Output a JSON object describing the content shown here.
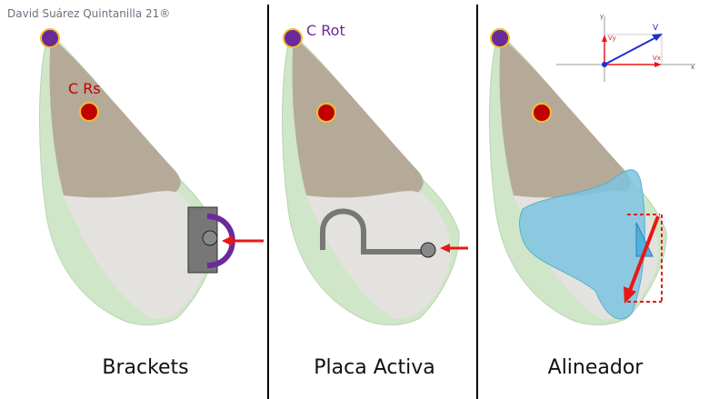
{
  "watermark": "David Suárez Quintanilla 21®",
  "panels": [
    {
      "label": "Brackets",
      "center_label": "C Rs"
    },
    {
      "label": "Placa Activa",
      "center_label": "C Rot"
    },
    {
      "label": "Alineador"
    }
  ],
  "vector_inset": {
    "x_axis": "x",
    "y_axis": "y",
    "v": "V",
    "vx": "Vx",
    "vy": "Vy"
  },
  "colors": {
    "rotation_center": "#6a2a9a",
    "resistance_center": "#c00000",
    "force": "#e81818",
    "aligner": "#7cc4e0",
    "vector": "#1a2fd0"
  }
}
